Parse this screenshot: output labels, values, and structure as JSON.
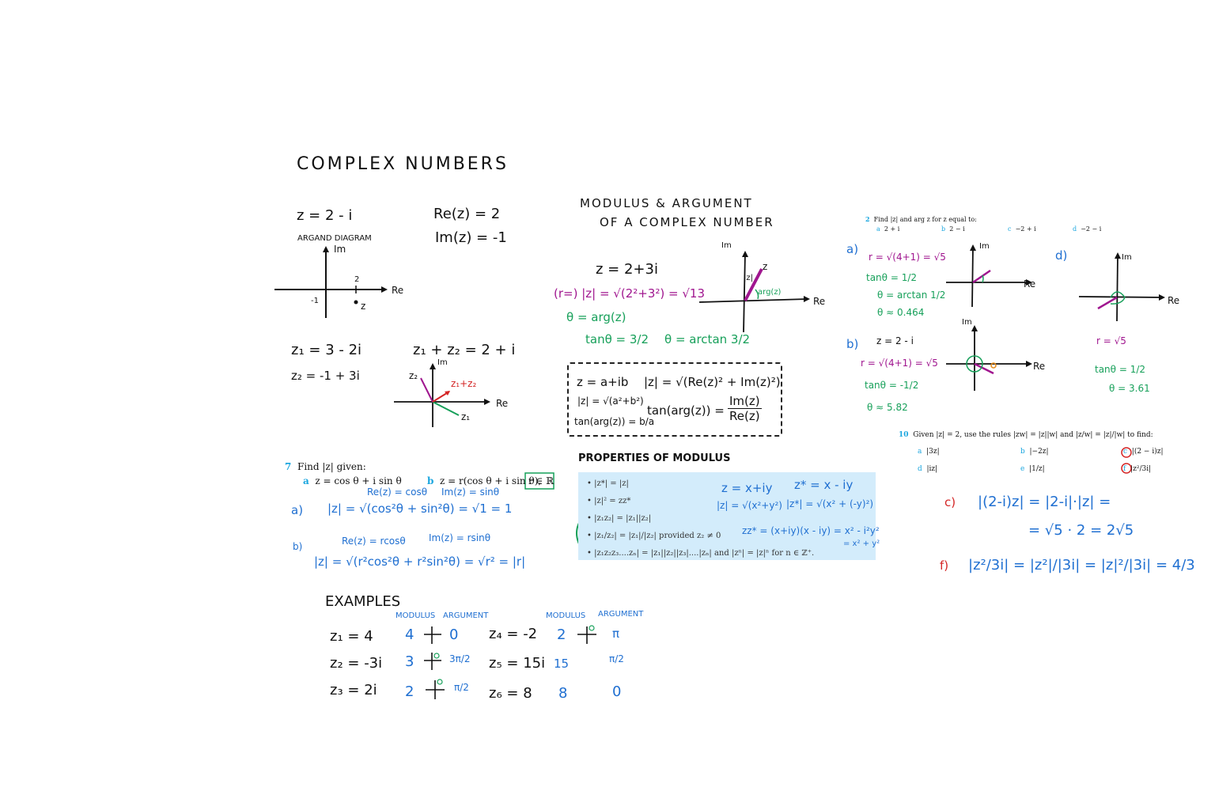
{
  "title": "COMPLEX NUMBERS",
  "left": {
    "z_def": "z = 2 - i",
    "re": "Re(z) = 2",
    "im": "Im(z) = -1",
    "argand_label": "ARGAND DIAGRAM",
    "axis_im": "Im",
    "axis_re": "Re",
    "tick_2": "2",
    "tick_m1": "-1",
    "point_z": "z",
    "z1": "z₁ = 3 - 2i",
    "z2": "z₂ = -1 + 3i",
    "sum": "z₁ + z₂ = 2 + i",
    "sum_label": "z₁+z₂",
    "z1_label": "z₁",
    "z2_label": "z₂"
  },
  "modulus": {
    "title_1": "MODULUS & ARGUMENT",
    "title_2": "OF A COMPLEX NUMBER",
    "z": "z = 2+3i",
    "mod": "(r=) |z| = √(2²+3²) = √13",
    "theta": "θ = arg(z)",
    "tan": "tanθ = 3/2",
    "arctan": "θ = arctan 3/2",
    "im": "Im",
    "re": "Re",
    "zlabel": "z",
    "abs_label": "|z|",
    "arg_label": "arg(z)"
  },
  "dashbox": {
    "z": "z = a+ib",
    "abs": "|z| = √(a²+b²)",
    "tan": "tan(arg(z)) = b/a",
    "abs2": "|z| = √(Re(z)² + Im(z)²)",
    "tan2_left": "tan(arg(z)) =",
    "tan2_num": "Im(z)",
    "tan2_den": "Re(z)"
  },
  "properties": {
    "heading": "PROPERTIES OF MODULUS",
    "items": [
      "|z*| = |z|",
      "|z|² = zz*",
      "|z₁z₂| = |z₁||z₂|",
      "|z₁/z₂| = |z₁|/|z₂|   provided  z₂ ≠ 0",
      "|z₁z₂z₃....zₙ| = |z₁||z₂||z₃|....|zₙ|  and  |zⁿ| = |z|ⁿ  for n ∈ ℤ⁺."
    ],
    "note1": "z = x+iy",
    "note2": "z* = x - iy",
    "note3": "|z| = √(x²+y²)",
    "note4": "|z*| = √(x² + (-y)²)",
    "note5": "zz* = (x+iy)(x - iy) = x² - i²y²",
    "note6": "= x² + y²"
  },
  "q7": {
    "num": "7",
    "text": "Find |z| given:",
    "a_label": "a",
    "a": "z = cos θ + i sin θ",
    "b_label": "b",
    "b": "z = r(cos θ + i sin θ),",
    "b_cond": "r ∈ ℝ",
    "re_a": "Re(z) = cosθ",
    "im_a": "Im(z) = sinθ",
    "ans_a_label": "a)",
    "ans_a": "|z| = √(cos²θ + sin²θ) = √1 = 1",
    "ans_b_label": "b)",
    "re_b": "Re(z) = rcosθ",
    "im_b": "Im(z) = rsinθ",
    "ans_b": "|z| = √(r²cos²θ + r²sin²θ) = √r² = |r|"
  },
  "examples": {
    "heading": "EXAMPLES",
    "col_mod": "MODULUS",
    "col_arg": "ARGUMENT",
    "rows_left": [
      {
        "z": "z₁ = 4",
        "mod": "4",
        "arg": "0"
      },
      {
        "z": "z₂ = -3i",
        "mod": "3",
        "arg": "3π/2"
      },
      {
        "z": "z₃ = 2i",
        "mod": "2",
        "arg": "π/2"
      }
    ],
    "rows_right": [
      {
        "z": "z₄ = -2",
        "mod": "2",
        "arg": "π"
      },
      {
        "z": "z₅ = 15i",
        "mod": "15",
        "arg": "π/2"
      },
      {
        "z": "z₆ = 8",
        "mod": "8",
        "arg": "0"
      }
    ]
  },
  "q2": {
    "num": "2",
    "text": "Find |z| and arg z for z equal to:",
    "opts": [
      {
        "l": "a",
        "v": "2 + i"
      },
      {
        "l": "b",
        "v": "2 − i"
      },
      {
        "l": "c",
        "v": "−2 + i"
      },
      {
        "l": "d",
        "v": "−2 − i"
      }
    ],
    "a_label": "a)",
    "a_r": "r = √(4+1) = √5",
    "a_tan": "tanθ = 1/2",
    "a_theta": "θ = arctan 1/2",
    "a_approx": "θ ≈ 0.464",
    "b_label": "b)",
    "b_z": "z = 2 - i",
    "b_r": "r = √(4+1) = √5",
    "b_tan": "tanθ = -1/2",
    "b_approx": "θ ≈ 5.82",
    "d_label": "d)",
    "d_r": "r = √5",
    "d_tan": "tanθ = 1/2",
    "d_theta": "θ = 3.61",
    "im": "Im",
    "re": "Re"
  },
  "q10": {
    "num": "10",
    "text": "Given |z| = 2, use the rules |zw| = |z||w| and |z/w| = |z|/|w| to find:",
    "opts": [
      {
        "l": "a",
        "v": "|3z|"
      },
      {
        "l": "b",
        "v": "|−2z|"
      },
      {
        "l": "c",
        "v": "|(2 − i)z|"
      },
      {
        "l": "d",
        "v": "|iz|"
      },
      {
        "l": "e",
        "v": "|1/z|"
      },
      {
        "l": "f",
        "v": "|z²/3i|"
      }
    ],
    "c_label": "c)",
    "c_line1": "|(2-i)z| = |2-i|·|z| =",
    "c_line2": "= √5 · 2 = 2√5",
    "f_label": "f)",
    "f_line": "|z²/3i| = |z²|/|3i| = |z|²/|3i| = 4/3"
  },
  "colors": {
    "blue": "#1f6fd1",
    "green": "#17a05a",
    "magenta": "#a0168f",
    "red": "#d42525",
    "panel": "#d3ecfb"
  }
}
